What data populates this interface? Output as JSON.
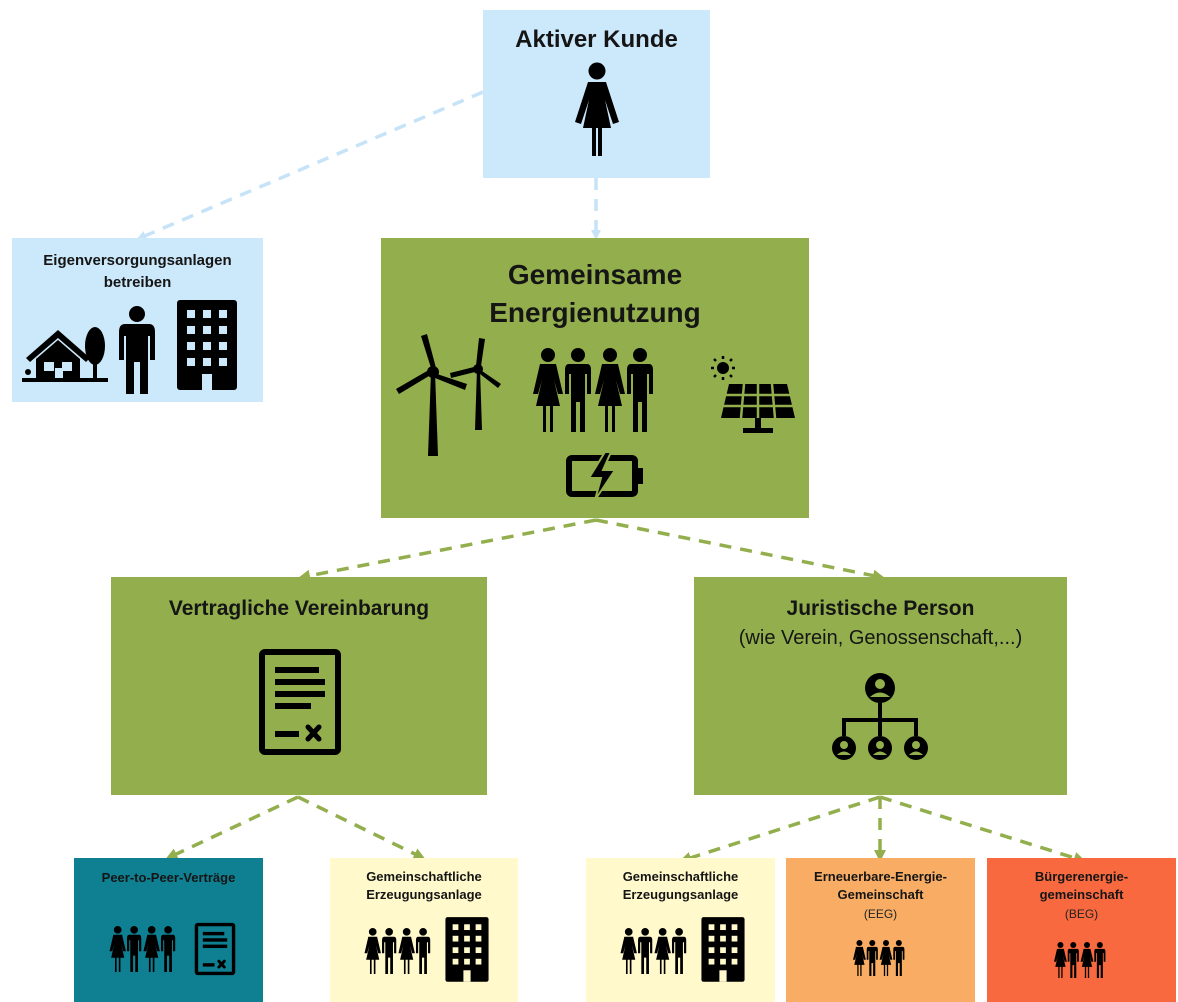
{
  "nodes": {
    "aktiver_kunde": {
      "title": "Aktiver Kunde"
    },
    "eigenversorgung": {
      "title_line1": "Eigenversorgungsanlagen",
      "title_line2": "betreiben"
    },
    "gemeinsame": {
      "title_line1": "Gemeinsame",
      "title_line2": "Energienutzung"
    },
    "vertraglich": {
      "title": "Vertragliche Vereinbarung"
    },
    "juristisch": {
      "title": "Juristische Person",
      "subtitle": "(wie Verein, Genossenschaft,...)"
    },
    "p2p": {
      "title": "Peer-to-Peer-Verträge"
    },
    "gem_anlage_left": {
      "title_line1": "Gemeinschaftliche",
      "title_line2": "Erzeugungsanlage"
    },
    "gem_anlage_right": {
      "title_line1": "Gemeinschaftliche",
      "title_line2": "Erzeugungsanlage"
    },
    "eeg": {
      "title_line1": "Erneuerbare-Energie-",
      "title_line2": "Gemeinschaft",
      "abbr": "(EEG)"
    },
    "beg": {
      "title_line1": "Bürgerenergie-",
      "title_line2": "gemeinschaft",
      "abbr": "(BEG)"
    }
  },
  "colors": {
    "light_blue": "#cce8fb",
    "green": "#93ae4c",
    "teal": "#0f7f92",
    "cream": "#fff9cc",
    "orange": "#f9ad64",
    "red": "#f8693f",
    "connector_blue": "#c6e3f8",
    "connector_green": "#93ae4c"
  },
  "icons": {
    "aktiver_kunde": [
      "woman-icon"
    ],
    "eigenversorgung": [
      "house-icon",
      "man-icon",
      "building-icon"
    ],
    "gemeinsame": [
      "wind-turbines-icon",
      "people-group-icon",
      "solar-panel-icon",
      "battery-icon"
    ],
    "vertraglich": [
      "contract-icon"
    ],
    "juristisch": [
      "org-chart-icon"
    ]
  }
}
